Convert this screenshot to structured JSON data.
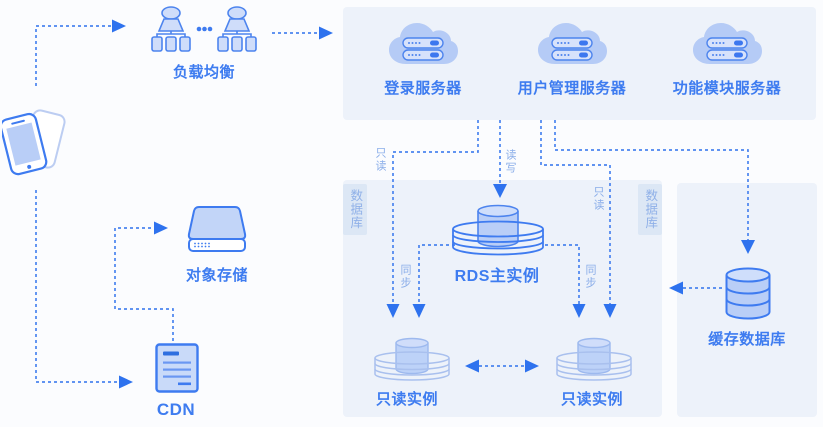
{
  "diagram": {
    "load_balancer": {
      "label": "负载均衡"
    },
    "web_tier": {
      "servers": [
        {
          "label": "登录服务器"
        },
        {
          "label": "用户管理服务器"
        },
        {
          "label": "功能模块服务器"
        }
      ]
    },
    "storage": {
      "object_storage_label": "对象存储",
      "cdn_label": "CDN"
    },
    "database_tier": {
      "badge_left": "数据库",
      "badge_right": "数据库",
      "rds_primary_label": "RDS主实例",
      "replica_left_label": "只读实例",
      "replica_right_label": "只读实例"
    },
    "cache_tier": {
      "cache_db_label": "缓存数据库"
    },
    "edge_labels": {
      "read_only_left": "只读",
      "read_write": "读写",
      "read_only_right": "只读",
      "sync_left": "同步",
      "sync_right": "同步"
    },
    "colors": {
      "accent_blue": "#3e7cf0",
      "line_blue": "#4a84ef",
      "arrow_blue": "#2e72ee",
      "icon_fill_light": "#b9cef7",
      "panel_bg": "#edf2fa",
      "badge_bg": "#dce7f5",
      "muted_label": "#8aade9",
      "canvas_bg": "#fbfcfe"
    }
  }
}
